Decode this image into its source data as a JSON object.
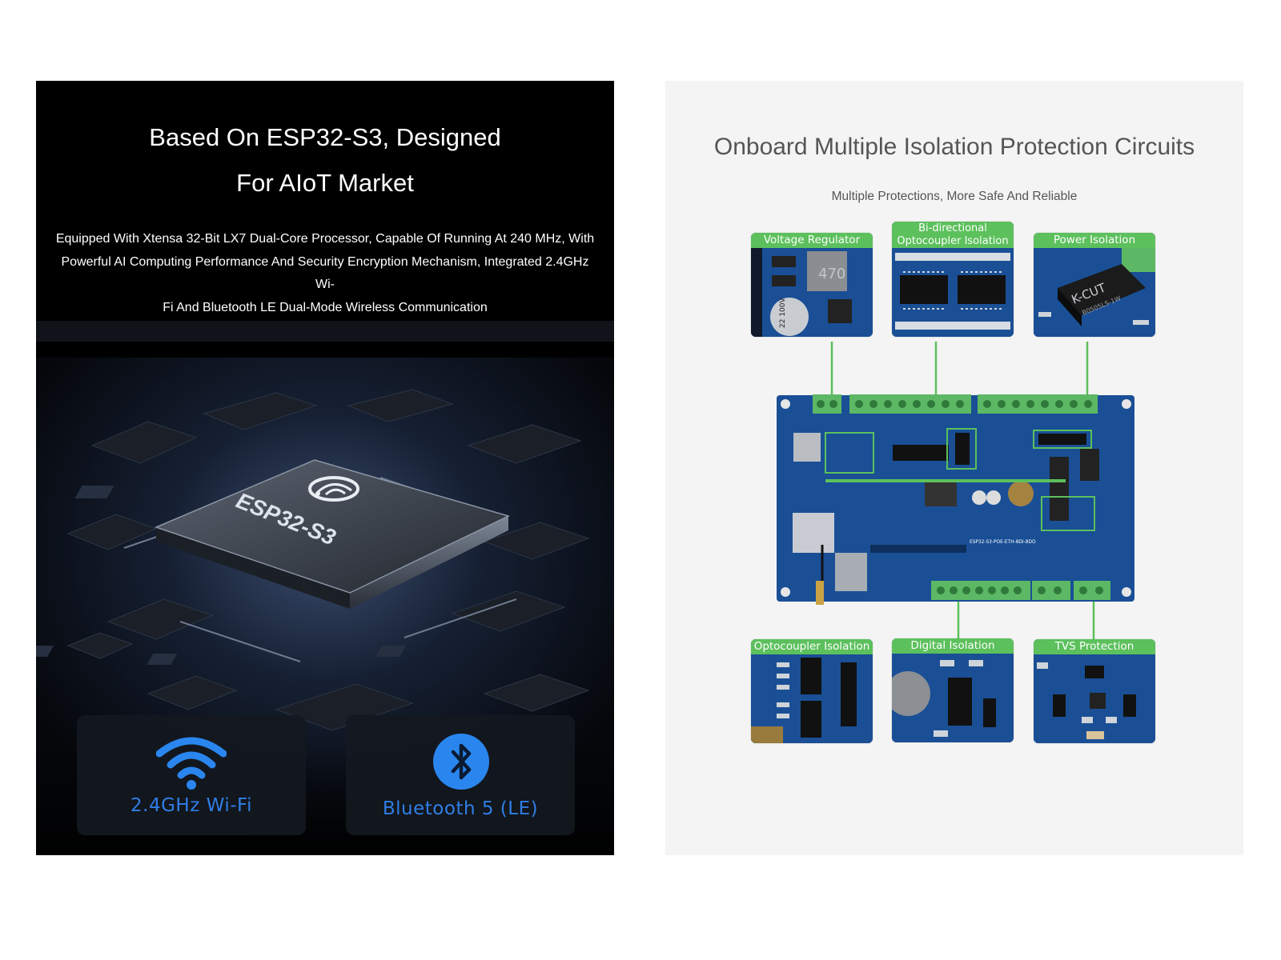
{
  "left": {
    "title_line1": "Based On ESP32-S3, Designed",
    "title_line2": "For AIoT Market",
    "desc_line1": "Equipped With Xtensa 32-Bit LX7 Dual-Core Processor, Capable Of Running At 240 MHz, With",
    "desc_line2": "Powerful AI Computing Performance And Security Encryption Mechanism, Integrated 2.4GHz Wi-",
    "desc_line3": "Fi And Bluetooth LE Dual-Mode Wireless Communication",
    "chip_label": "ESP32-S3",
    "wifi_label": "2.4GHz Wi-Fi",
    "bt_label": "Bluetooth 5 (LE)",
    "accent": "#2f7ee6"
  },
  "right": {
    "title": "Onboard Multiple Isolation Protection Circuits",
    "subtitle": "Multiple Protections, More Safe And Reliable",
    "modules": {
      "voltage_regulator": "Voltage Regulator",
      "bidirectional_line1": "Bi-directional",
      "bidirectional_line2": "Optocoupler Isolation",
      "power_isolation": "Power Isolation",
      "optocoupler_isolation": "Optocoupler Isolation",
      "digital_isolation": "Digital Isolation",
      "tvs_protection": "TVS Protection"
    },
    "inductor_marking": "470",
    "cap_marking": "22 100V",
    "kcut_marking": "K-CUT",
    "kcut_part": "B0505LS-1W",
    "board_marking": "ESP32-S3-POE-ETH-8DI-8DO",
    "accent_green": "#5cc05c",
    "pcb_blue": "#1a4f96"
  }
}
